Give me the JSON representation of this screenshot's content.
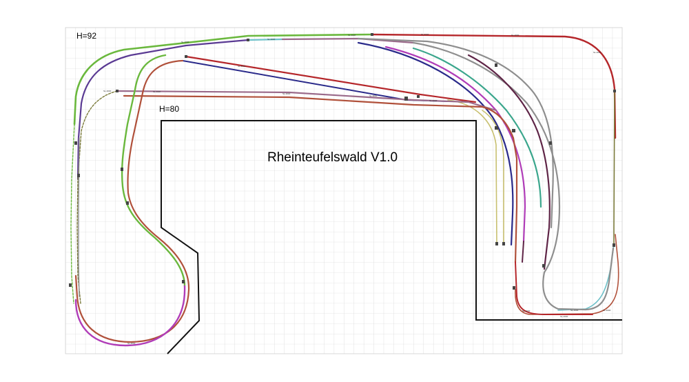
{
  "plan": {
    "title": "Rheinteufelswald V1.0",
    "level_upper": "H=92",
    "level_lower": "H=80",
    "segment_tag": "SL-300F",
    "track_colors": {
      "red": "#b5262a",
      "green": "#6ab83d",
      "purple": "#5a3a93",
      "navy": "#2a2a8a",
      "magenta": "#b03cb8",
      "teal": "#3aa68c",
      "gray": "#8e8e8e",
      "wine": "#5e2446",
      "mauve": "#9a6a8a",
      "brown": "#b0503a",
      "olive": "#7a7a3a",
      "khaki": "#c8c070",
      "cyan": "#6cc0c8"
    }
  }
}
